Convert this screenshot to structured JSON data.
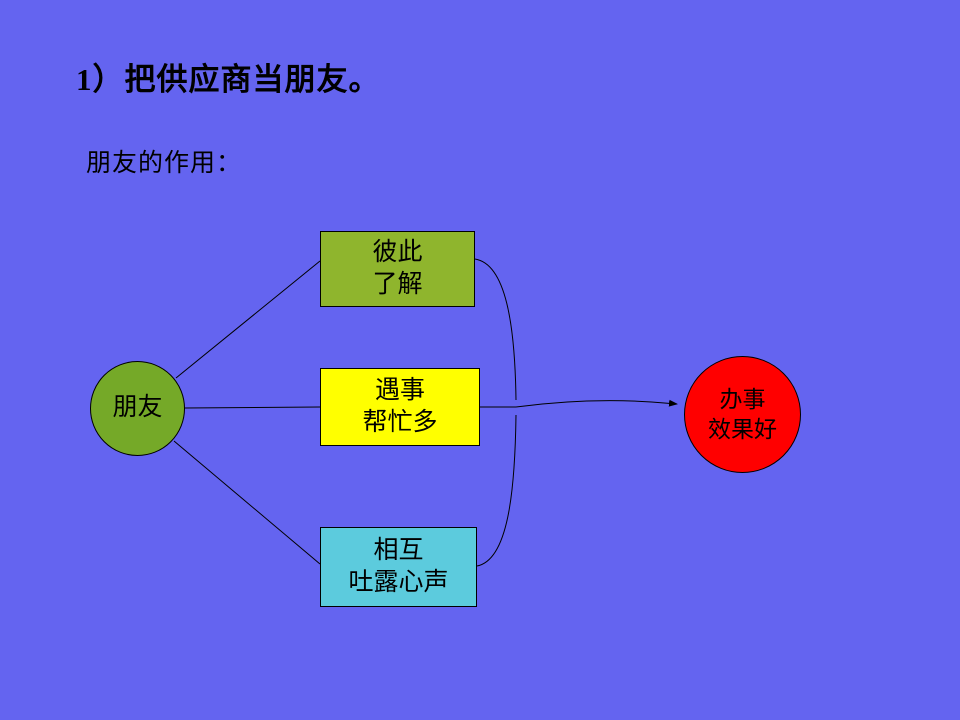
{
  "slide": {
    "title": "1）把供应商当朋友。",
    "subtitle": "朋友的作用：",
    "background_color": "#6464F0",
    "text_color": "#000000"
  },
  "diagram": {
    "source_node": {
      "label": "朋友",
      "shape": "circle",
      "color": "#75A928"
    },
    "boxes": [
      {
        "lines": [
          "彼此",
          "了解"
        ],
        "color": "#8FB52D"
      },
      {
        "lines": [
          "遇事",
          "帮忙多"
        ],
        "color": "#FFFF00"
      },
      {
        "lines": [
          "相互",
          "吐露心声"
        ],
        "color": "#5CCBDD"
      }
    ],
    "target_node": {
      "lines": [
        "办事",
        "效果好"
      ],
      "shape": "circle",
      "color": "#FF0000"
    },
    "connector_color": "#000000"
  }
}
